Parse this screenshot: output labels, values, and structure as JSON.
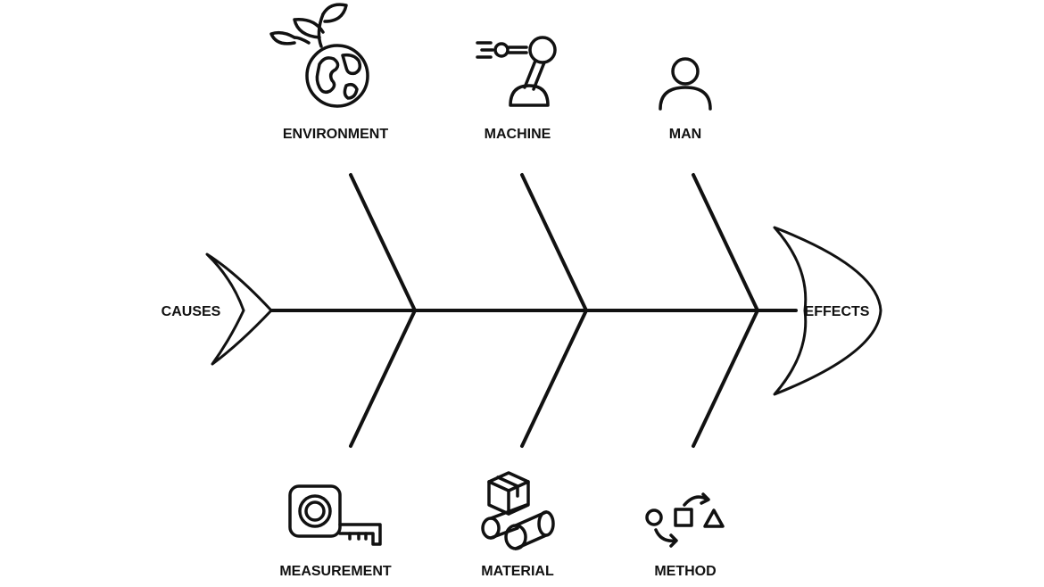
{
  "diagram": {
    "type": "fishbone",
    "head_label": "EFFECTS",
    "tail_label": "CAUSES",
    "categories_top": [
      {
        "label": "ENVIRONMENT",
        "icon": "globe-with-plant-icon"
      },
      {
        "label": "MACHINE",
        "icon": "robotic-arm-icon"
      },
      {
        "label": "MAN",
        "icon": "person-icon"
      }
    ],
    "categories_bottom": [
      {
        "label": "MEASUREMENT",
        "icon": "tape-measure-icon"
      },
      {
        "label": "MATERIAL",
        "icon": "box-and-pipes-icon"
      },
      {
        "label": "METHOD",
        "icon": "shapes-cycle-icon"
      }
    ]
  },
  "colors": {
    "line": "#111111",
    "background": "#ffffff"
  }
}
